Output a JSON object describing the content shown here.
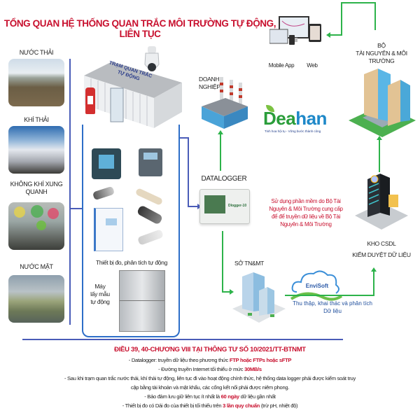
{
  "title": "TỔNG QUAN HỆ THỐNG QUAN TRẮC MÔI TRƯỜNG TỰ ĐỘNG, LIÊN TỤC",
  "sources": [
    {
      "label": "NƯỚC THẢI",
      "icon": "wastewater-photo"
    },
    {
      "label": "KHÍ THẢI",
      "icon": "smokestack-photo"
    },
    {
      "label": "KHÔNG KHÍ XUNG QUANH",
      "icon": "air-quality-photo"
    },
    {
      "label": "NƯỚC MẶT",
      "icon": "river-photo"
    }
  ],
  "station": {
    "roof_label_line1": "TRẠM QUAN TRẮC",
    "roof_label_line2": "TỰ ĐỘNG",
    "analyzers_label": "Thiết bị đo, phân tích tự động",
    "sampler_label_line1": "Máy",
    "sampler_label_line2": "lấy mẫu",
    "sampler_label_line3": "tự động"
  },
  "nodes": {
    "enterprise_line1": "DOANH",
    "enterprise_line2": "NGHIỆP",
    "datalogger": "DATALOGGER",
    "datalogger_device_brand": "Dlogger-10",
    "ministry_line1": "BỘ",
    "ministry_line2": "TÀI NGUYÊN & MÔI TRƯỜNG",
    "mobile_app": "Mobile App",
    "web": "Web",
    "department": "SỞ TN&MT",
    "db_line1": "KHO CSDL",
    "db_line2": "KIỂM DUYỆT DỮ LIỆU",
    "envisoft": "EnviSoft"
  },
  "brand": {
    "name_prefix": "D",
    "name_rest_green": "ea",
    "name_rest_blue": "han",
    "slogan": "Tinh hoa hội tụ - Vững bước thành công"
  },
  "notes": {
    "software": "Sử dụng phần mềm do Bộ Tài Nguyên & Môi Trường cung cấp để để truyền dữ liệu về Bộ Tài Nguyên & Môi Trường",
    "collect_line1": "Thu thập, khai thác và phân tích",
    "collect_line2": "Dữ liệu"
  },
  "footer": {
    "heading": "ĐIỀU 39, 40-CHƯƠNG VIII TẠI THÔNG TƯ SỐ 10/2021/TT-BTNMT",
    "l1_pre": "- Datalogger: truyền dữ liệu theo phương thức ",
    "l1_hl": "FTP hoặc FTPs hoặc sFTP",
    "l2_pre": "- Đường truyền Internet tối thiểu ở mức ",
    "l2_hl": "30MB/s",
    "l3": "- Sau khi trạm quan trắc nước thải, khí thải tự động, liên tục đi vào hoạt động chính thức, hệ thống data logger phải được kiểm soát truy",
    "l4": "cập bằng tài khoản và mật khẩu, các cổng kết nối phải được niêm phong.",
    "l5_pre": "- Bảo đảm lưu giữ liên tục ít nhất là ",
    "l5_hl": "60 ngày",
    "l5_post": " dữ liệu gần nhất",
    "l6_pre": "- Thiết bị đo có Dải đo của thiết bị tối thiểu trên ",
    "l6_hl": "3 lần quy chuẩn",
    "l6_post": " (trừ pH, nhiệt độ)"
  },
  "colors": {
    "title_red": "#c8102e",
    "flow_blue": "#4a5cb8",
    "flow_green": "#2db34a",
    "brand_green": "#2a9d3a",
    "brand_blue": "#1e88c8"
  }
}
